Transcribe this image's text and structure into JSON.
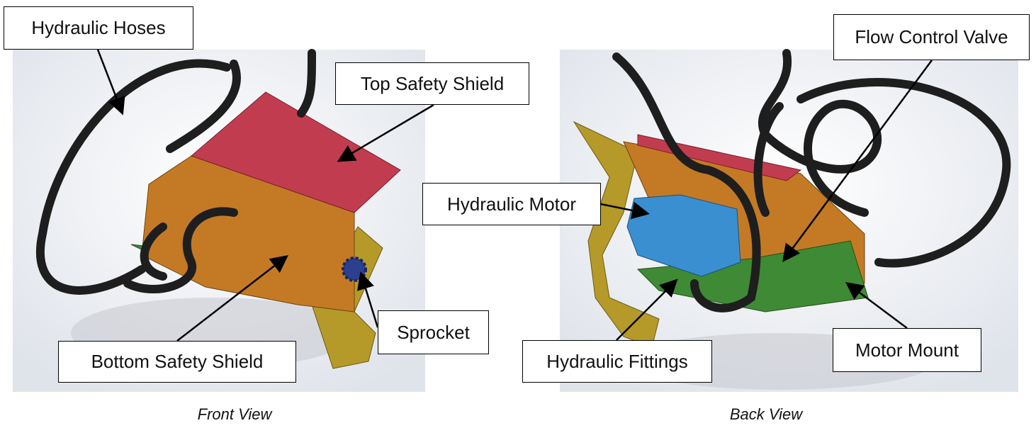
{
  "labels": {
    "hydraulic_hoses": "Hydraulic Hoses",
    "top_safety_shield": "Top Safety Shield",
    "bottom_safety_shield": "Bottom Safety Shield",
    "sprocket": "Sprocket",
    "hydraulic_motor": "Hydraulic Motor",
    "flow_control_valve": "Flow Control Valve",
    "hydraulic_fittings": "Hydraulic Fittings",
    "motor_mount": "Motor Mount"
  },
  "captions": {
    "front": "Front View",
    "back": "Back View"
  },
  "colors": {
    "shield_top": "#c23c50",
    "shield_bottom": "#c47a24",
    "mount": "#3f8a34",
    "frame": "#b59a2a",
    "motor": "#3a8fd0",
    "hose": "#1e1e1e",
    "sprocket": "#2d3f8f"
  }
}
